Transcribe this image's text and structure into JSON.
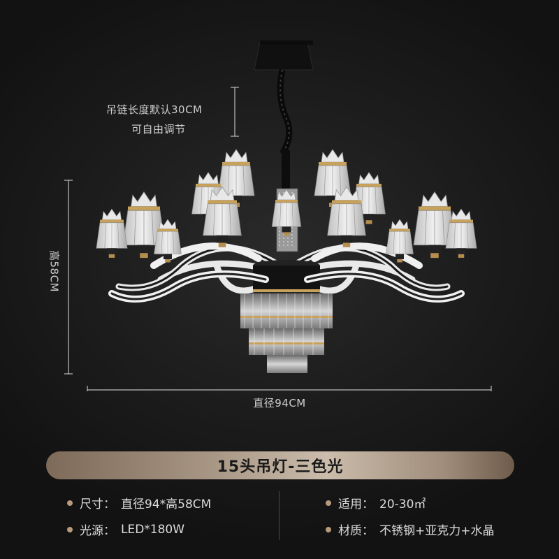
{
  "dimensions": {
    "chain_note_line1": "吊链长度默认30CM",
    "chain_note_line2": "可自由调节",
    "height": "高58CM",
    "width": "直径94CM"
  },
  "banner": {
    "title": "15头吊灯-三色光"
  },
  "specs": {
    "size_key": "尺寸：",
    "size_value": "直径94*高58CM",
    "area_key": "适用：",
    "area_value": "20-30㎡",
    "light_key": "光源：",
    "light_value": "LED*180W",
    "material_key": "材质：",
    "material_value": "不锈钢+亚克力+水晶"
  },
  "colors": {
    "background": "#1c1c1c",
    "banner_gold": "#cbbcab",
    "bullet": "#b89a7c"
  }
}
